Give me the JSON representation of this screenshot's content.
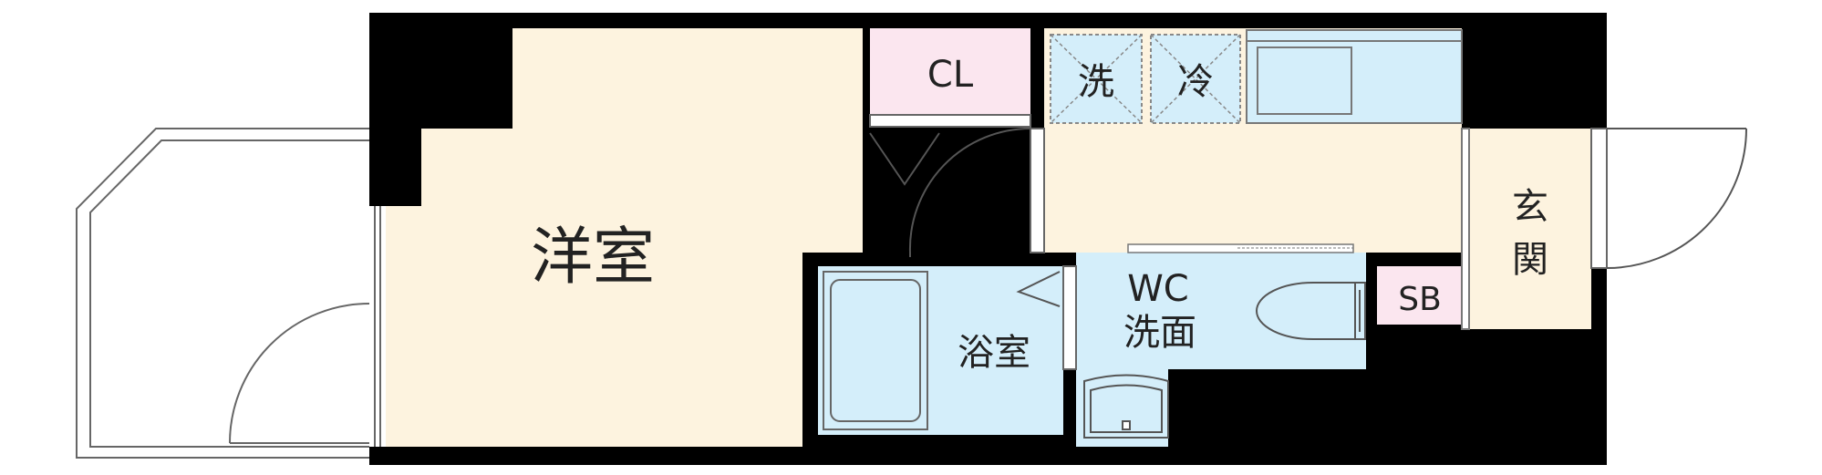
{
  "rooms": {
    "western_room": "洋室",
    "closet": "CL",
    "washer": "洗",
    "fridge": "冷",
    "bath": "浴室",
    "wc_line1": "WC",
    "wc_line2": "洗面",
    "shoe_box": "SB",
    "entrance_line1": "玄",
    "entrance_line2": "関"
  },
  "colors": {
    "wall": "#000000",
    "floor": "#fdf3df",
    "wet_area": "#d4eefa",
    "closet_pink": "#fbe6ef",
    "outline": "#555555"
  }
}
